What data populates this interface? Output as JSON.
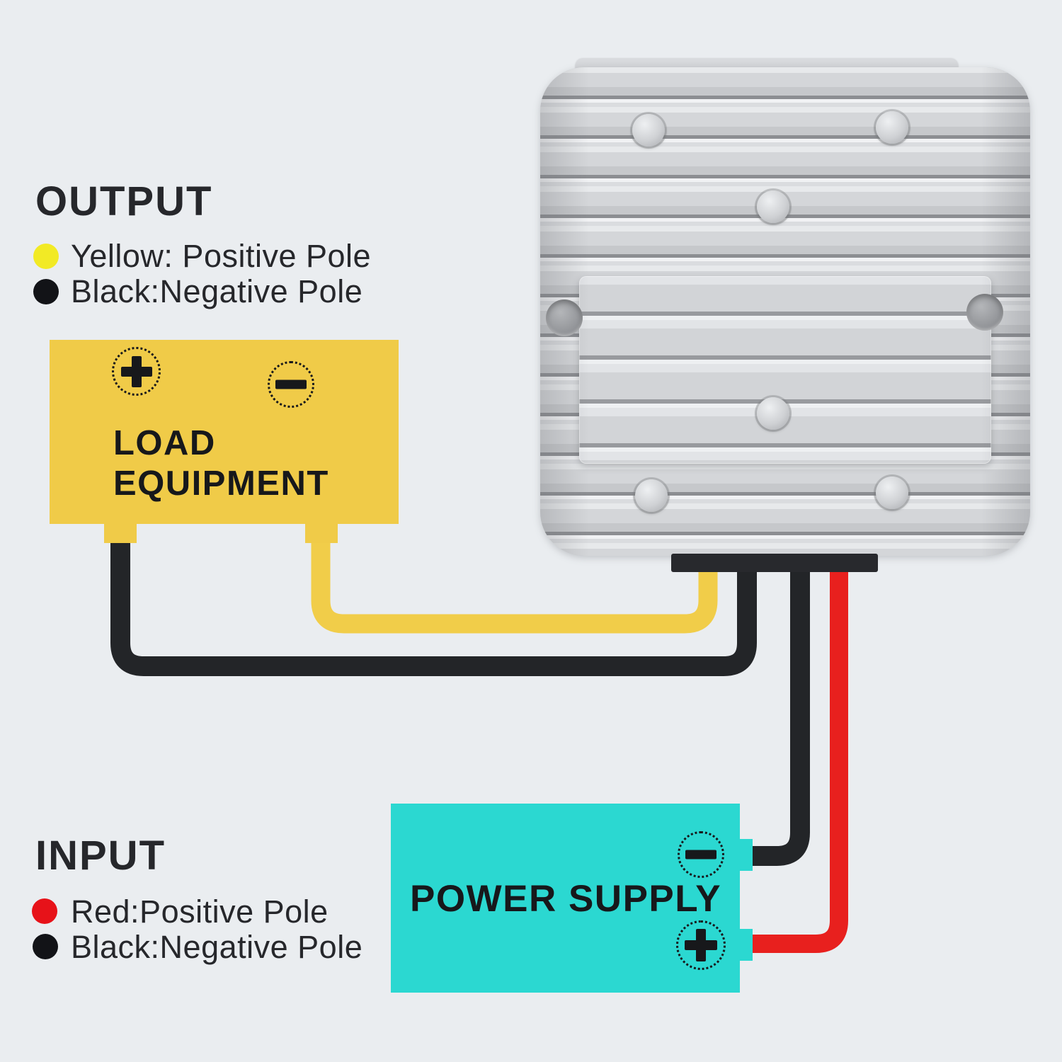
{
  "canvas": {
    "background": "#EAEDF0",
    "text_color": "#26272B"
  },
  "output_legend": {
    "title": "OUTPUT",
    "items": [
      {
        "icon": "yellow-dot",
        "color": "#F2EA25",
        "label": "Yellow: Positive Pole"
      },
      {
        "icon": "black-dot",
        "color": "#121317",
        "label": "Black:Negative Pole"
      }
    ]
  },
  "input_legend": {
    "title": "INPUT",
    "items": [
      {
        "icon": "red-dot",
        "color": "#E71219",
        "label": "Red:Positive Pole"
      },
      {
        "icon": "black-dot",
        "color": "#121317",
        "label": "Black:Negative Pole"
      }
    ]
  },
  "load_equipment": {
    "line1": "LOAD",
    "line2": "EQUIPMENT",
    "box_color": "#F0CB48",
    "positive_terminal": "plus-in-dotted-circle",
    "negative_terminal": "minus-in-dotted-circle"
  },
  "power_supply": {
    "label": "POWER SUPPLY",
    "box_color": "#2BD8D1",
    "negative_terminal": "minus-in-dotted-circle",
    "positive_terminal": "plus-in-dotted-circle"
  },
  "converter": {
    "body_color": "#CDCFD2",
    "connector_color": "#28292D"
  },
  "wires": {
    "output_positive_yellow": "#F1CD49",
    "output_negative_black": "#232528",
    "input_negative_black": "#232528",
    "input_positive_red": "#E8201E"
  }
}
